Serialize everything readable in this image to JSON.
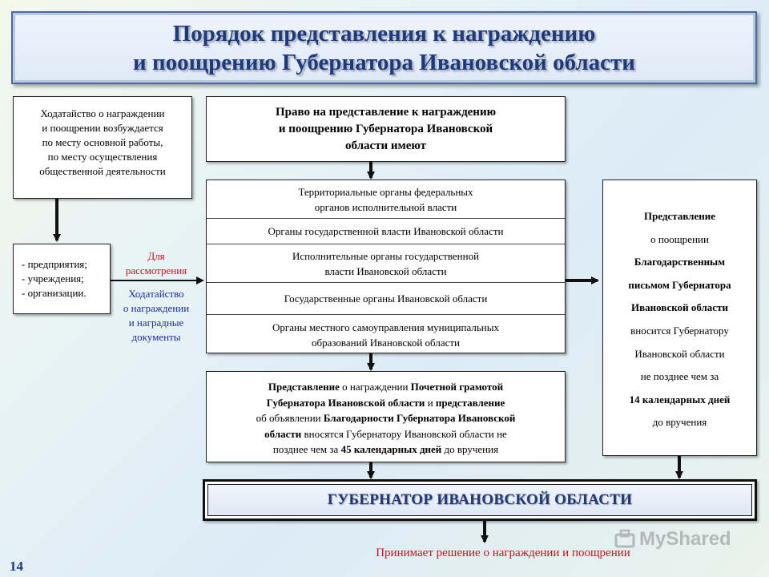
{
  "title": {
    "line1": "Порядок представления к награждению",
    "line2": "и поощрению Губернатора Ивановской области"
  },
  "left_top_box": {
    "lines": [
      "Ходатайство о награждении",
      "и поощрении возбуждается",
      "по месту основной работы,",
      "по месту осуществления",
      "общественной деятельности"
    ]
  },
  "left_mid_box": {
    "lines": [
      "- предприятия;",
      "- учреждения;",
      "- организации."
    ]
  },
  "middle_labels": {
    "for_review_1": "Для",
    "for_review_2": "рассмотрения",
    "petition_1": "Ходатайство",
    "petition_2": "о награждении",
    "petition_3": "и наградные",
    "petition_4": "документы"
  },
  "right_top_box": {
    "lines": [
      "Право на представление к награждению",
      "и поощрению Губернатора Ивановской",
      "области имеют"
    ]
  },
  "bodies": [
    [
      "Территориальные органы федеральных",
      "органов исполнительной власти"
    ],
    [
      "Органы государственной власти Ивановской области"
    ],
    [
      "Исполнительные органы государственной",
      "власти Ивановской области"
    ],
    [
      "Государственные органы Ивановской области"
    ],
    [
      "Органы местного самоуправления муниципальных",
      "образований Ивановской области"
    ]
  ],
  "honorary_box": {
    "l1_b": "Представление",
    "l1_n": " о награждении ",
    "l1_b2": "Почетной грамотой",
    "l2_b": "Губернатора Ивановской области",
    "l2_n": " и ",
    "l2_b2": "представление",
    "l3_n": "об объявлении ",
    "l3_b": "Благодарности Губернатора Ивановской",
    "l4_b": "области",
    "l4_n": " вносятся Губернатору Ивановской области не",
    "l5_n": "позднее чем за ",
    "l5_b": "45 календарных дней",
    "l5_n2": " до вручения"
  },
  "right_side_box": {
    "l1": "Представление",
    "l2": "о поощрении",
    "l3": "Благодарственным",
    "l4": "письмом Губернатора",
    "l5": "Ивановской области",
    "l6": "вносится Губернатору",
    "l7": "Ивановской области",
    "l8": "не позднее чем за",
    "l9": "14 календарных дней",
    "l10": "до вручения"
  },
  "governor_box": {
    "label": "ГУБЕРНАТОР ИВАНОВСКОЙ ОБЛАСТИ"
  },
  "decision_text": "Принимает решение о награждении и поощрении",
  "page_number": "14",
  "watermark": "MyShared",
  "colors": {
    "title_text": "#1f3a7a",
    "red_text": "#c0141c",
    "blue_text": "#1c2e9a",
    "governor_text": "#1f3a7a"
  }
}
